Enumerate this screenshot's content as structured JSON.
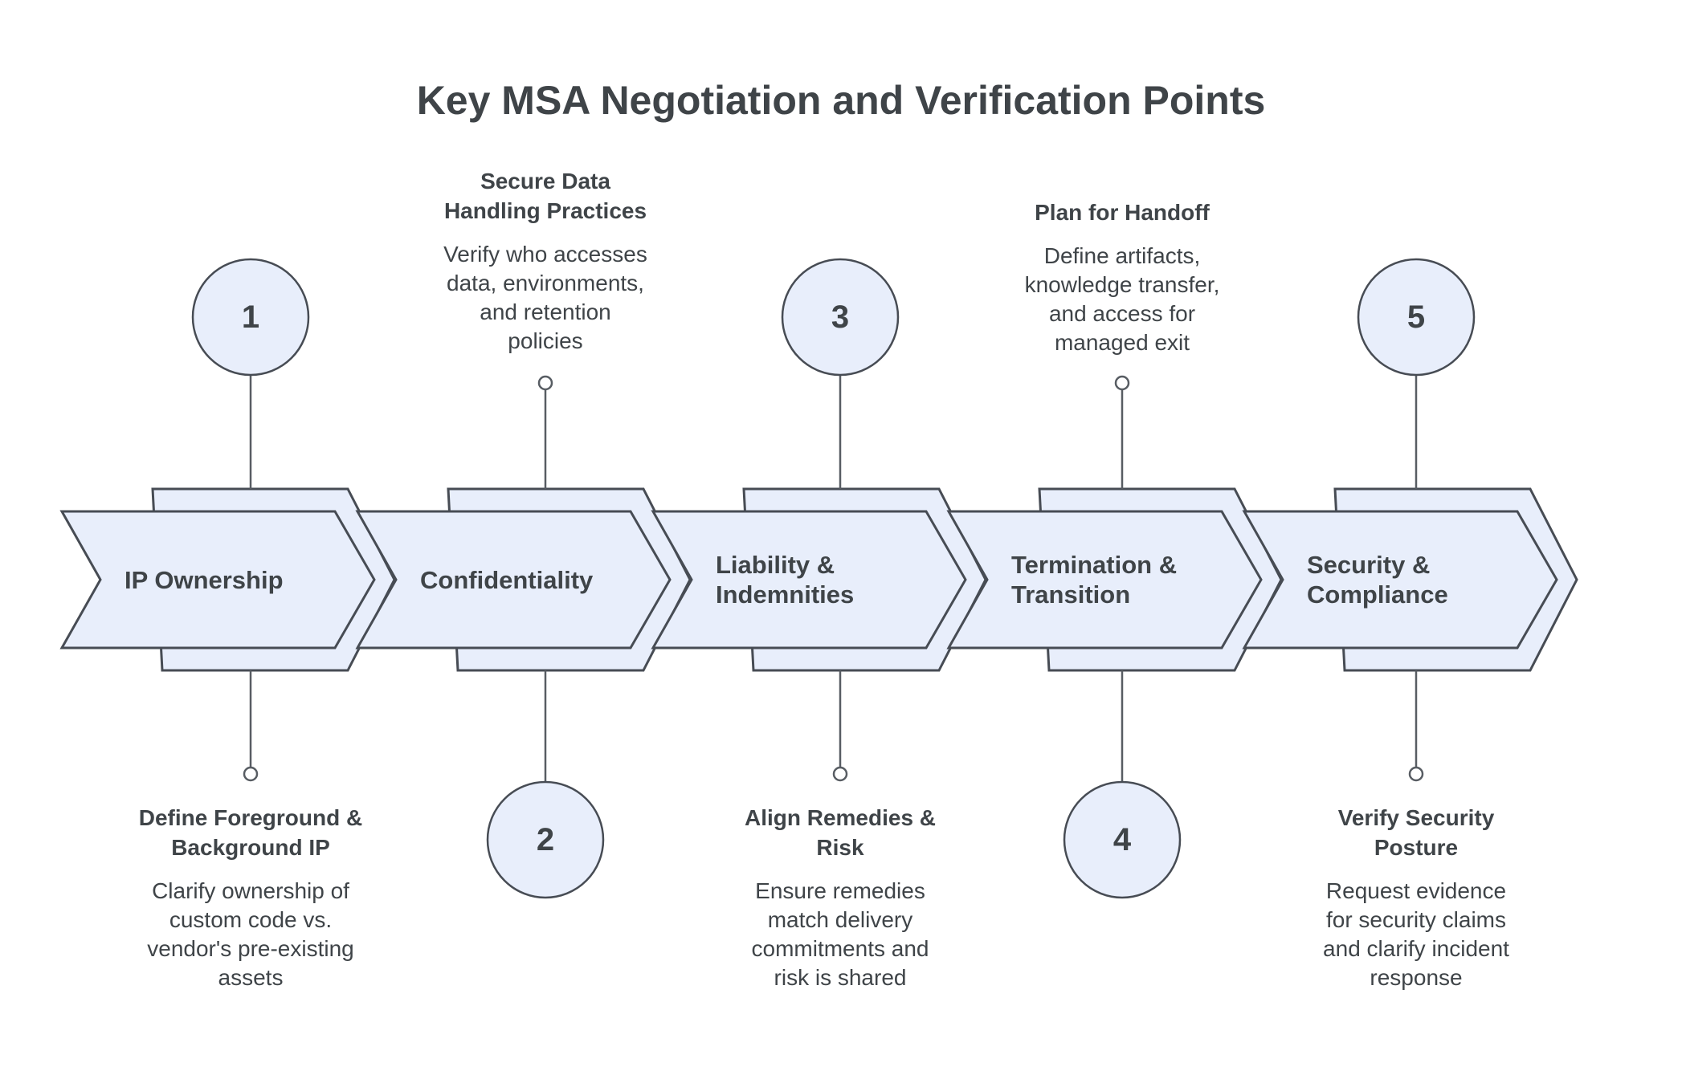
{
  "title": "Key MSA Negotiation and Verification Points",
  "colors": {
    "shape_fill": "#e8eefb",
    "shape_stroke": "#474c54",
    "connector": "#585d63",
    "text": "#3f4448",
    "background": "#ffffff"
  },
  "steps": [
    {
      "number": "1",
      "label_lines": [
        "IP Ownership"
      ],
      "note_position": "below",
      "note": {
        "heading_lines": [
          "Define Foreground &",
          "Background IP"
        ],
        "body_lines": [
          "Clarify ownership of",
          "custom code vs.",
          "vendor's pre-existing",
          "assets"
        ]
      }
    },
    {
      "number": "2",
      "label_lines": [
        "Confidentiality"
      ],
      "note_position": "above",
      "note": {
        "heading_lines": [
          "Secure Data",
          "Handling Practices"
        ],
        "body_lines": [
          "Verify who accesses",
          "data, environments,",
          "and retention",
          "policies"
        ]
      }
    },
    {
      "number": "3",
      "label_lines": [
        "Liability &",
        "Indemnities"
      ],
      "note_position": "below",
      "note": {
        "heading_lines": [
          "Align Remedies &",
          "Risk"
        ],
        "body_lines": [
          "Ensure remedies",
          "match delivery",
          "commitments and",
          "risk is shared"
        ]
      }
    },
    {
      "number": "4",
      "label_lines": [
        "Termination &",
        "Transition"
      ],
      "note_position": "above",
      "note": {
        "heading_lines": [
          "Plan for Handoff"
        ],
        "body_lines": [
          "Define artifacts,",
          "knowledge transfer,",
          "and access for",
          "managed exit"
        ]
      }
    },
    {
      "number": "5",
      "label_lines": [
        "Security &",
        "Compliance"
      ],
      "note_position": "below",
      "note": {
        "heading_lines": [
          "Verify Security",
          "Posture"
        ],
        "body_lines": [
          "Request evidence",
          "for security claims",
          "and clarify incident",
          "response"
        ]
      }
    }
  ]
}
